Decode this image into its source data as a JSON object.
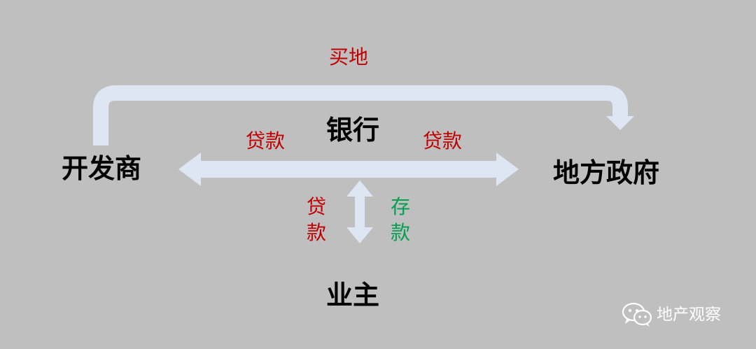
{
  "nodes": {
    "developer": "开发商",
    "government": "地方政府",
    "bank": "银行",
    "homeowner": "业主"
  },
  "edges": {
    "developer_to_government": "买地",
    "bank_to_developer": "贷款",
    "bank_to_government": "贷款",
    "bank_to_homeowner_chars": [
      "贷",
      "款"
    ],
    "homeowner_to_bank_chars": [
      "存",
      "款"
    ]
  },
  "watermark": {
    "icon": "wechat-icon",
    "text": "地产观察"
  },
  "colors": {
    "background": "#bfbfbf",
    "arrow": "#dde6f2",
    "node_text": "#000000",
    "loan_text": "#c00000",
    "deposit_text": "#00a050",
    "watermark_text": "#ffffff"
  }
}
